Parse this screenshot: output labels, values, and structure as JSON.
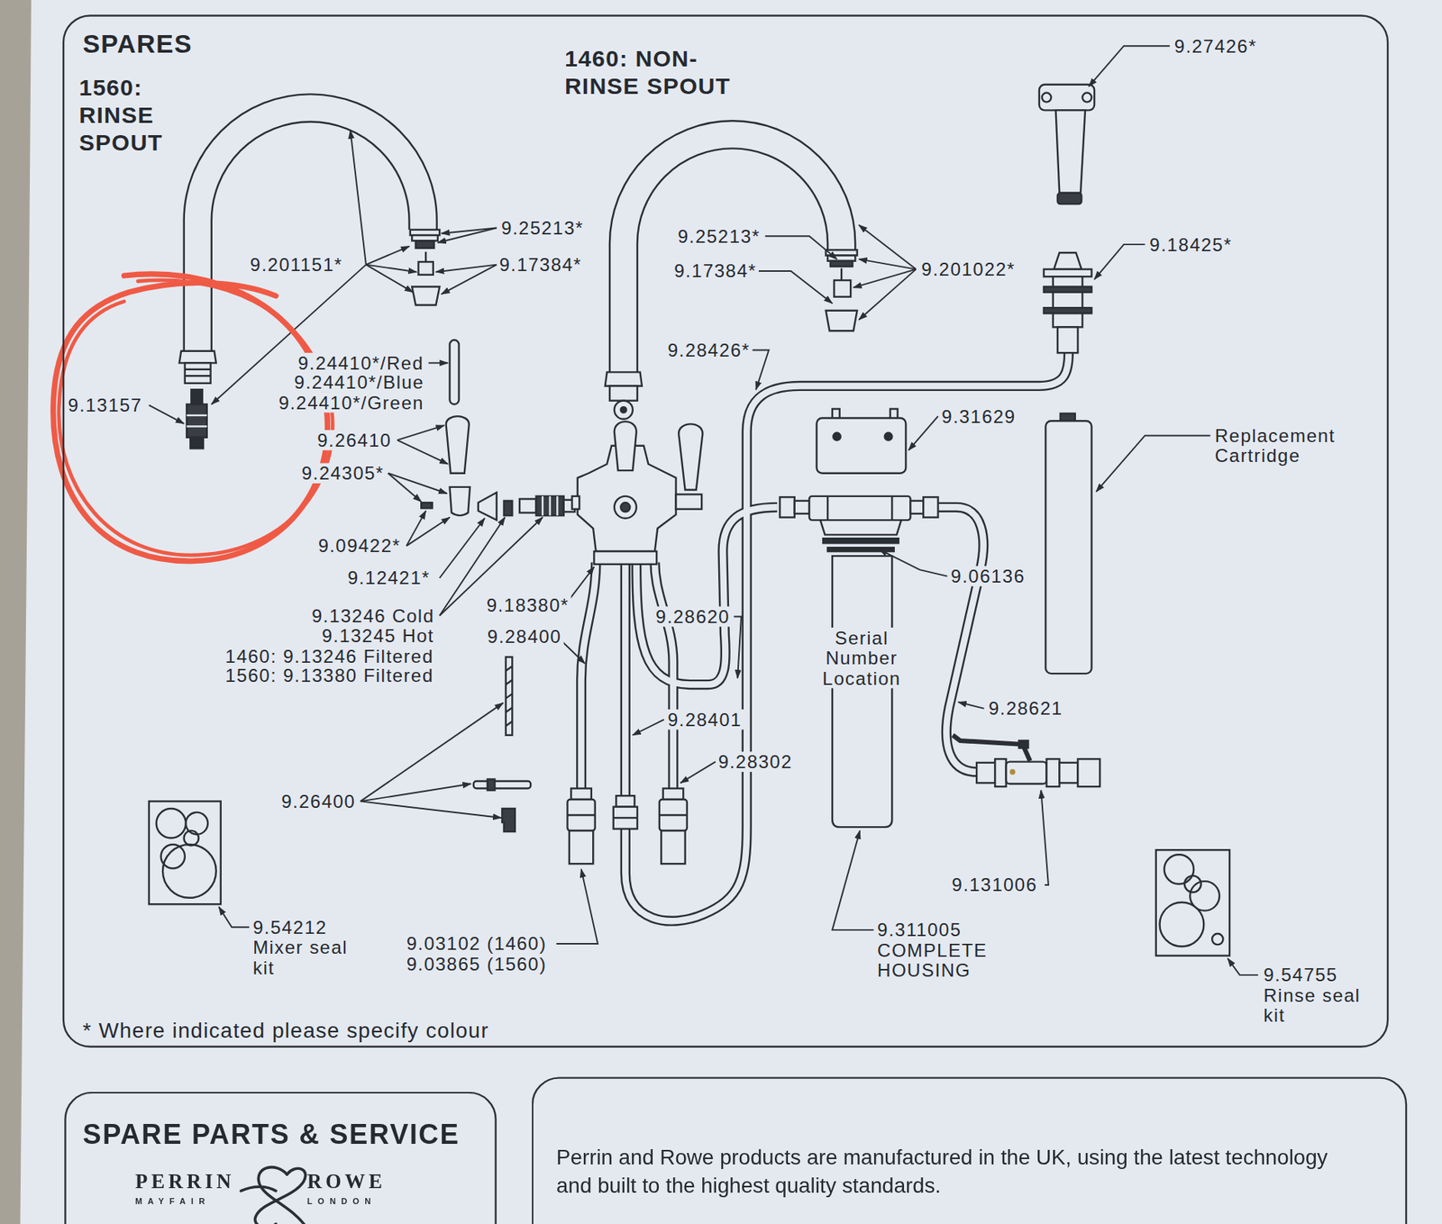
{
  "diagram": {
    "nodes": [
      {
        "text": [
          "SPARES"
        ]
      },
      {
        "text": [
          "SPARE PARTS & SERVICE",
          "PERRIN",
          "ROWE",
          "MAYFAIR",
          "LONDON"
        ]
      },
      {
        "text": [
          "Perrin and Rowe products are manufactured in the UK, using the latest technology and built to the highest quality standards."
        ]
      }
    ],
    "labels": [
      "1560: RINSE SPOUT",
      "1460: NON-RINSE SPOUT",
      "9.27426*",
      "9.25213*",
      "9.201151*",
      "9.17384*",
      "9.25213*",
      "9.18425*",
      "9.17384*",
      "9.201022*",
      "9.28426*",
      "9.24410*/Red",
      "9.24410*/Blue",
      "9.13157",
      "9.24410*/Green",
      "9.31629",
      "Replacement Cartridge",
      "9.26410",
      "9.24305*",
      "9.09422*",
      "9.06136",
      "9.12421*",
      "9.18380*",
      "9.13246 Cold",
      "9.28620",
      "9.13245 Hot",
      "9.28400",
      "Serial Number Location",
      "1460: 9.13246 Filtered",
      "1560: 9.13380 Filtered",
      "9.28621",
      "9.28401",
      "9.28302",
      "9.26400",
      "9.131006",
      "9.54212",
      "Mixer seal kit",
      "9.311005",
      "COMPLETE HOUSING",
      "9.03102 (1460)",
      "9.03865 (1560)",
      "9.54755",
      "Rinse seal kit",
      "* Where indicated please specify colour"
    ]
  }
}
